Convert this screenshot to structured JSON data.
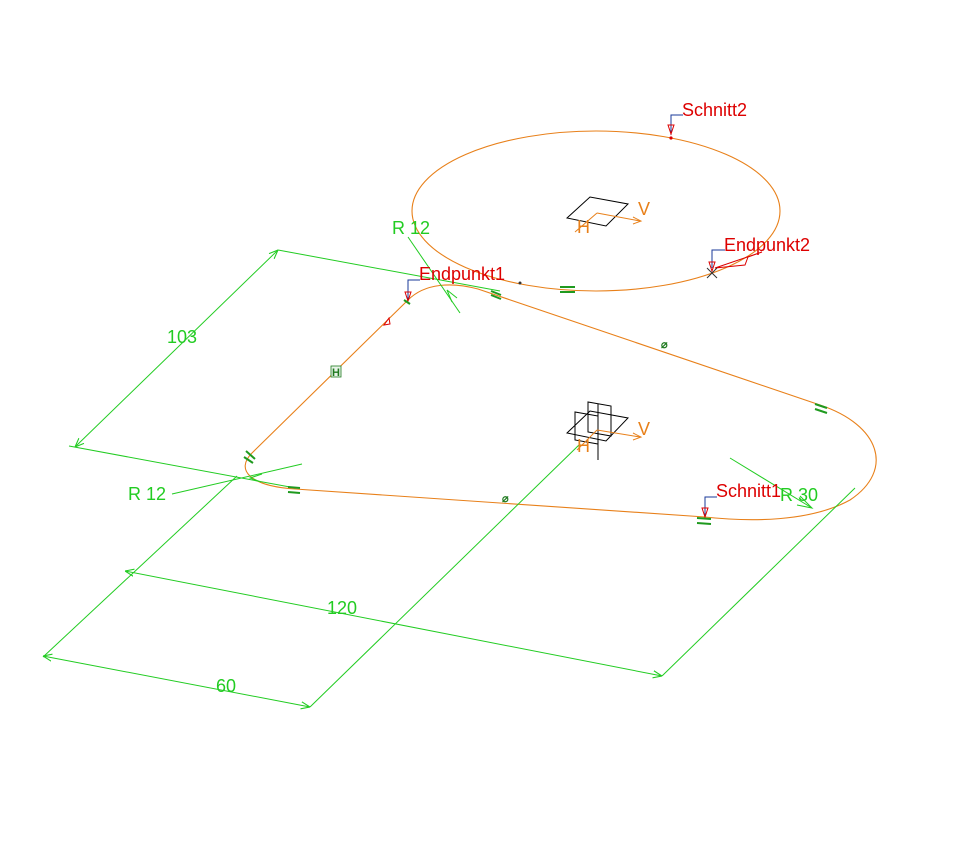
{
  "dimensions": {
    "width_top": "103",
    "radius_left_top": "R 12",
    "radius_left_bottom": "R 12",
    "length": "120",
    "offset": "60",
    "radius_right": "R 30"
  },
  "annotations": {
    "section_top": "Schnitt2",
    "endpoint_top": "Endpunkt2",
    "endpoint_left": "Endpunkt1",
    "section_bottom": "Schnitt1"
  },
  "axes": {
    "top": {
      "h": "H",
      "v": "V"
    },
    "bottom": {
      "h": "H",
      "v": "V"
    }
  },
  "constraints": {
    "horizontal": "H",
    "parallel_1": "⌀",
    "parallel_2": "⌀"
  },
  "colors": {
    "dimension": "#22cc22",
    "profile": "#e8801a",
    "annotation": "#dd0000",
    "frame": "#000000",
    "background": "#ffffff"
  }
}
